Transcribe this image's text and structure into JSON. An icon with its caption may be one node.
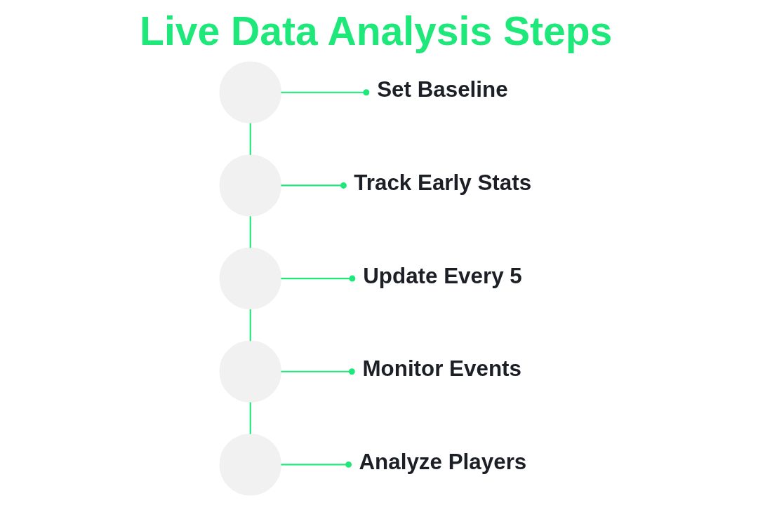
{
  "diagram": {
    "title": "Live Data Analysis Steps",
    "nodes": [
      {
        "text": [],
        "shape": "circle"
      },
      {
        "text": [
          "Set Baseline"
        ]
      },
      {
        "text": [],
        "shape": "circle"
      },
      {
        "text": [
          "Track Early Stats"
        ]
      },
      {
        "text": [],
        "shape": "circle"
      },
      {
        "text": [
          "Update Every 5"
        ]
      },
      {
        "text": [],
        "shape": "circle"
      },
      {
        "text": [
          "Monitor Events"
        ]
      },
      {
        "text": [],
        "shape": "circle"
      },
      {
        "text": [
          "Analyze Players"
        ]
      }
    ],
    "edges": [
      {
        "from": 0,
        "to": 1,
        "arrow": "other"
      },
      {
        "from": 0,
        "to": 2,
        "arrow": "none"
      },
      {
        "from": 2,
        "to": 3,
        "arrow": "other"
      },
      {
        "from": 2,
        "to": 4,
        "arrow": "none"
      },
      {
        "from": 4,
        "to": 5,
        "arrow": "other"
      },
      {
        "from": 4,
        "to": 6,
        "arrow": "none"
      },
      {
        "from": 6,
        "to": 7,
        "arrow": "other"
      },
      {
        "from": 6,
        "to": 8,
        "arrow": "none"
      },
      {
        "from": 8,
        "to": 9,
        "arrow": "other"
      }
    ]
  }
}
